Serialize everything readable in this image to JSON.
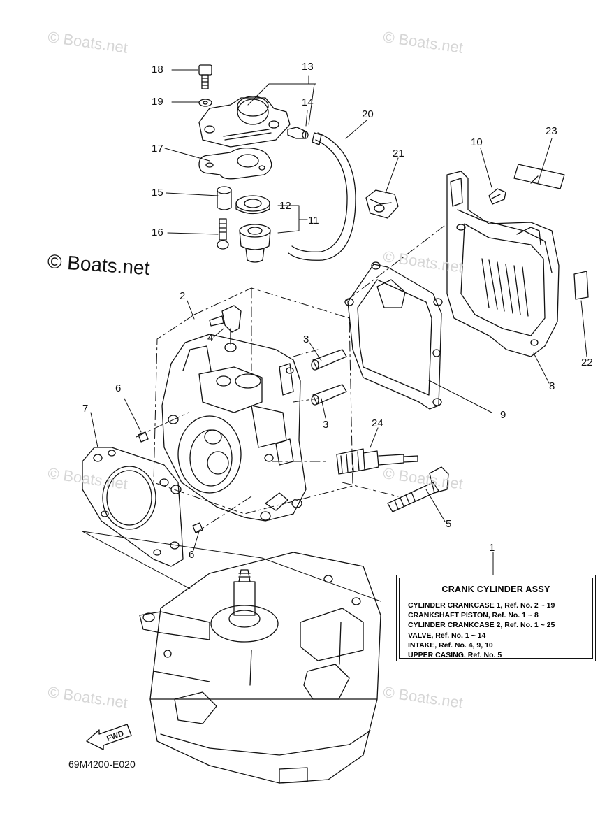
{
  "watermarks": {
    "text": "© Boats.net",
    "main": "© Boats.net"
  },
  "callouts": [
    {
      "id": "c1",
      "label": "1"
    },
    {
      "id": "c2",
      "label": "2"
    },
    {
      "id": "c3a",
      "label": "3"
    },
    {
      "id": "c3b",
      "label": "3"
    },
    {
      "id": "c4",
      "label": "4"
    },
    {
      "id": "c5",
      "label": "5"
    },
    {
      "id": "c6a",
      "label": "6"
    },
    {
      "id": "c6b",
      "label": "6"
    },
    {
      "id": "c7",
      "label": "7"
    },
    {
      "id": "c8",
      "label": "8"
    },
    {
      "id": "c9",
      "label": "9"
    },
    {
      "id": "c10",
      "label": "10"
    },
    {
      "id": "c11",
      "label": "11"
    },
    {
      "id": "c12",
      "label": "12"
    },
    {
      "id": "c13",
      "label": "13"
    },
    {
      "id": "c14",
      "label": "14"
    },
    {
      "id": "c15",
      "label": "15"
    },
    {
      "id": "c16",
      "label": "16"
    },
    {
      "id": "c17",
      "label": "17"
    },
    {
      "id": "c18",
      "label": "18"
    },
    {
      "id": "c19",
      "label": "19"
    },
    {
      "id": "c20",
      "label": "20"
    },
    {
      "id": "c21",
      "label": "21"
    },
    {
      "id": "c22",
      "label": "22"
    },
    {
      "id": "c23",
      "label": "23"
    },
    {
      "id": "c24",
      "label": "24"
    }
  ],
  "assy_box": {
    "title": "CRANK CYLINDER ASSY",
    "lines": [
      "CYLINDER CRANKCASE 1,  Ref. No. 2 ~ 19",
      "CRANKSHAFT PISTON,  Ref. No. 1 ~ 8",
      "CYLINDER CRANKCASE 2,  Ref. No. 1 ~ 25",
      "VALVE,  Ref. No. 1 ~ 14",
      "INTAKE,  Ref. No. 4, 9, 10",
      "UPPER CASING,  Ref. No. 5"
    ]
  },
  "fwd_label": "FWD",
  "diagram_code": "69M4200-E020"
}
